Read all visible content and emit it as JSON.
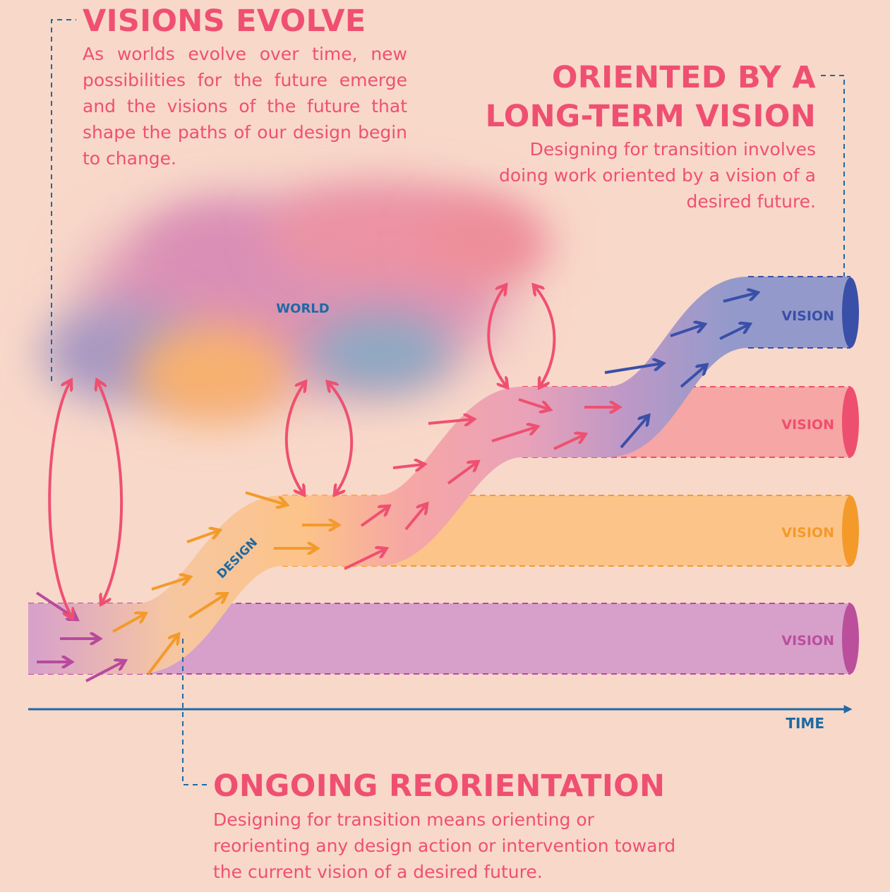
{
  "callouts": {
    "visions_evolve": {
      "title": "VISIONS EVOLVE",
      "body": "As worlds evolve over time, new possibilities for the future emerge and the visions of the future that shape the paths of our design begin to change."
    },
    "oriented": {
      "title_line1": "ORIENTED BY A",
      "title_line2": "LONG-TERM VISION",
      "body": "Designing for transition involves doing work oriented by a vision of a desired future."
    },
    "ongoing": {
      "title": "ONGOING REORIENTATION",
      "body": "Designing for transition means orienting or reorienting any design action or intervention toward the current vision of a desired future."
    }
  },
  "labels": {
    "world": "WORLD",
    "design": "DESIGN",
    "time": "TIME",
    "visions": [
      "VISION",
      "VISION",
      "VISION",
      "VISION"
    ]
  },
  "colors": {
    "background": "#f8d8c9",
    "accent_pink": "#ef5071",
    "time_axis": "#1d6aa5",
    "vision_purple": "#bb4f9c",
    "vision_orange": "#f39a2a",
    "vision_pink": "#ee4f6e",
    "vision_blue": "#3a4fa8"
  }
}
